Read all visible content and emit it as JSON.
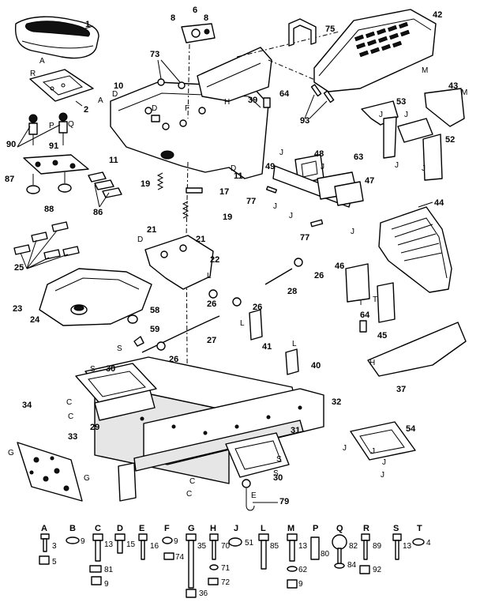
{
  "callouts": {
    "p1": "1",
    "p2": "2",
    "p6": "6",
    "p8a": "8",
    "p8b": "8",
    "p10": "10",
    "p11a": "11",
    "p11b": "11",
    "p17": "17",
    "p19a": "19",
    "p19b": "19",
    "p21a": "21",
    "p21b": "21",
    "p22": "22",
    "p23": "23",
    "p24": "24",
    "p25": "25",
    "p26a": "26",
    "p26b": "26",
    "p26c": "26",
    "p26d": "26",
    "p27": "27",
    "p28": "28",
    "p29": "29",
    "p30a": "30",
    "p30b": "30",
    "p31": "31",
    "p32": "32",
    "p33": "33",
    "p34": "34",
    "p37": "37",
    "p39": "39",
    "p40": "40",
    "p41": "41",
    "p42": "42",
    "p43": "43",
    "p44": "44",
    "p45": "45",
    "p46": "46",
    "p47": "47",
    "p48": "48",
    "p49": "49",
    "p52": "52",
    "p53": "53",
    "p54": "54",
    "p58": "58",
    "p59": "59",
    "p63": "63",
    "p64a": "64",
    "p64b": "64",
    "p73": "73",
    "p75": "75",
    "p77a": "77",
    "p77b": "77",
    "p79": "79",
    "p86": "86",
    "p87": "87",
    "p88": "88",
    "p90": "90",
    "p91": "91",
    "p93": "93"
  },
  "letters": {
    "A1": "A",
    "R1": "R",
    "A2": "A",
    "P1": "P",
    "Q1": "Q",
    "D1": "D",
    "D2": "D",
    "D3": "D",
    "F1": "F",
    "H1": "H",
    "H2": "H",
    "J1": "J",
    "J2": "J",
    "J3": "J",
    "J4": "J",
    "J5": "J",
    "J6": "J",
    "J7": "J",
    "J8": "J",
    "J9": "J",
    "J10": "J",
    "J11": "J",
    "J12": "J",
    "J13": "J",
    "M1": "M",
    "M2": "M",
    "L1": "L",
    "L2": "L",
    "L3": "L",
    "T1": "T",
    "T2": "T",
    "S1": "S",
    "S2": "S",
    "S3": "S",
    "S4": "S",
    "C1": "C",
    "C2": "C",
    "C3": "C",
    "C4": "C",
    "G1": "G",
    "G2": "G",
    "E1": "E",
    "D4": "D"
  },
  "hardware": {
    "keys": [
      "A",
      "B",
      "C",
      "D",
      "E",
      "F",
      "G",
      "H",
      "J",
      "L",
      "M",
      "P",
      "Q",
      "R",
      "S",
      "T"
    ],
    "nums": {
      "a3": "3",
      "a5": "5",
      "b9": "9",
      "c13": "13",
      "c81": "81",
      "c9": "9",
      "d15": "15",
      "e16": "16",
      "f9": "9",
      "f74": "74",
      "g35": "35",
      "g36": "36",
      "h70": "70",
      "h71": "71",
      "h72": "72",
      "j51": "51",
      "l85": "85",
      "m13": "13",
      "m62": "62",
      "m9": "9",
      "p80": "80",
      "q82": "82",
      "q84": "84",
      "r89": "89",
      "r92": "92",
      "s13": "13",
      "t4": "4"
    }
  }
}
